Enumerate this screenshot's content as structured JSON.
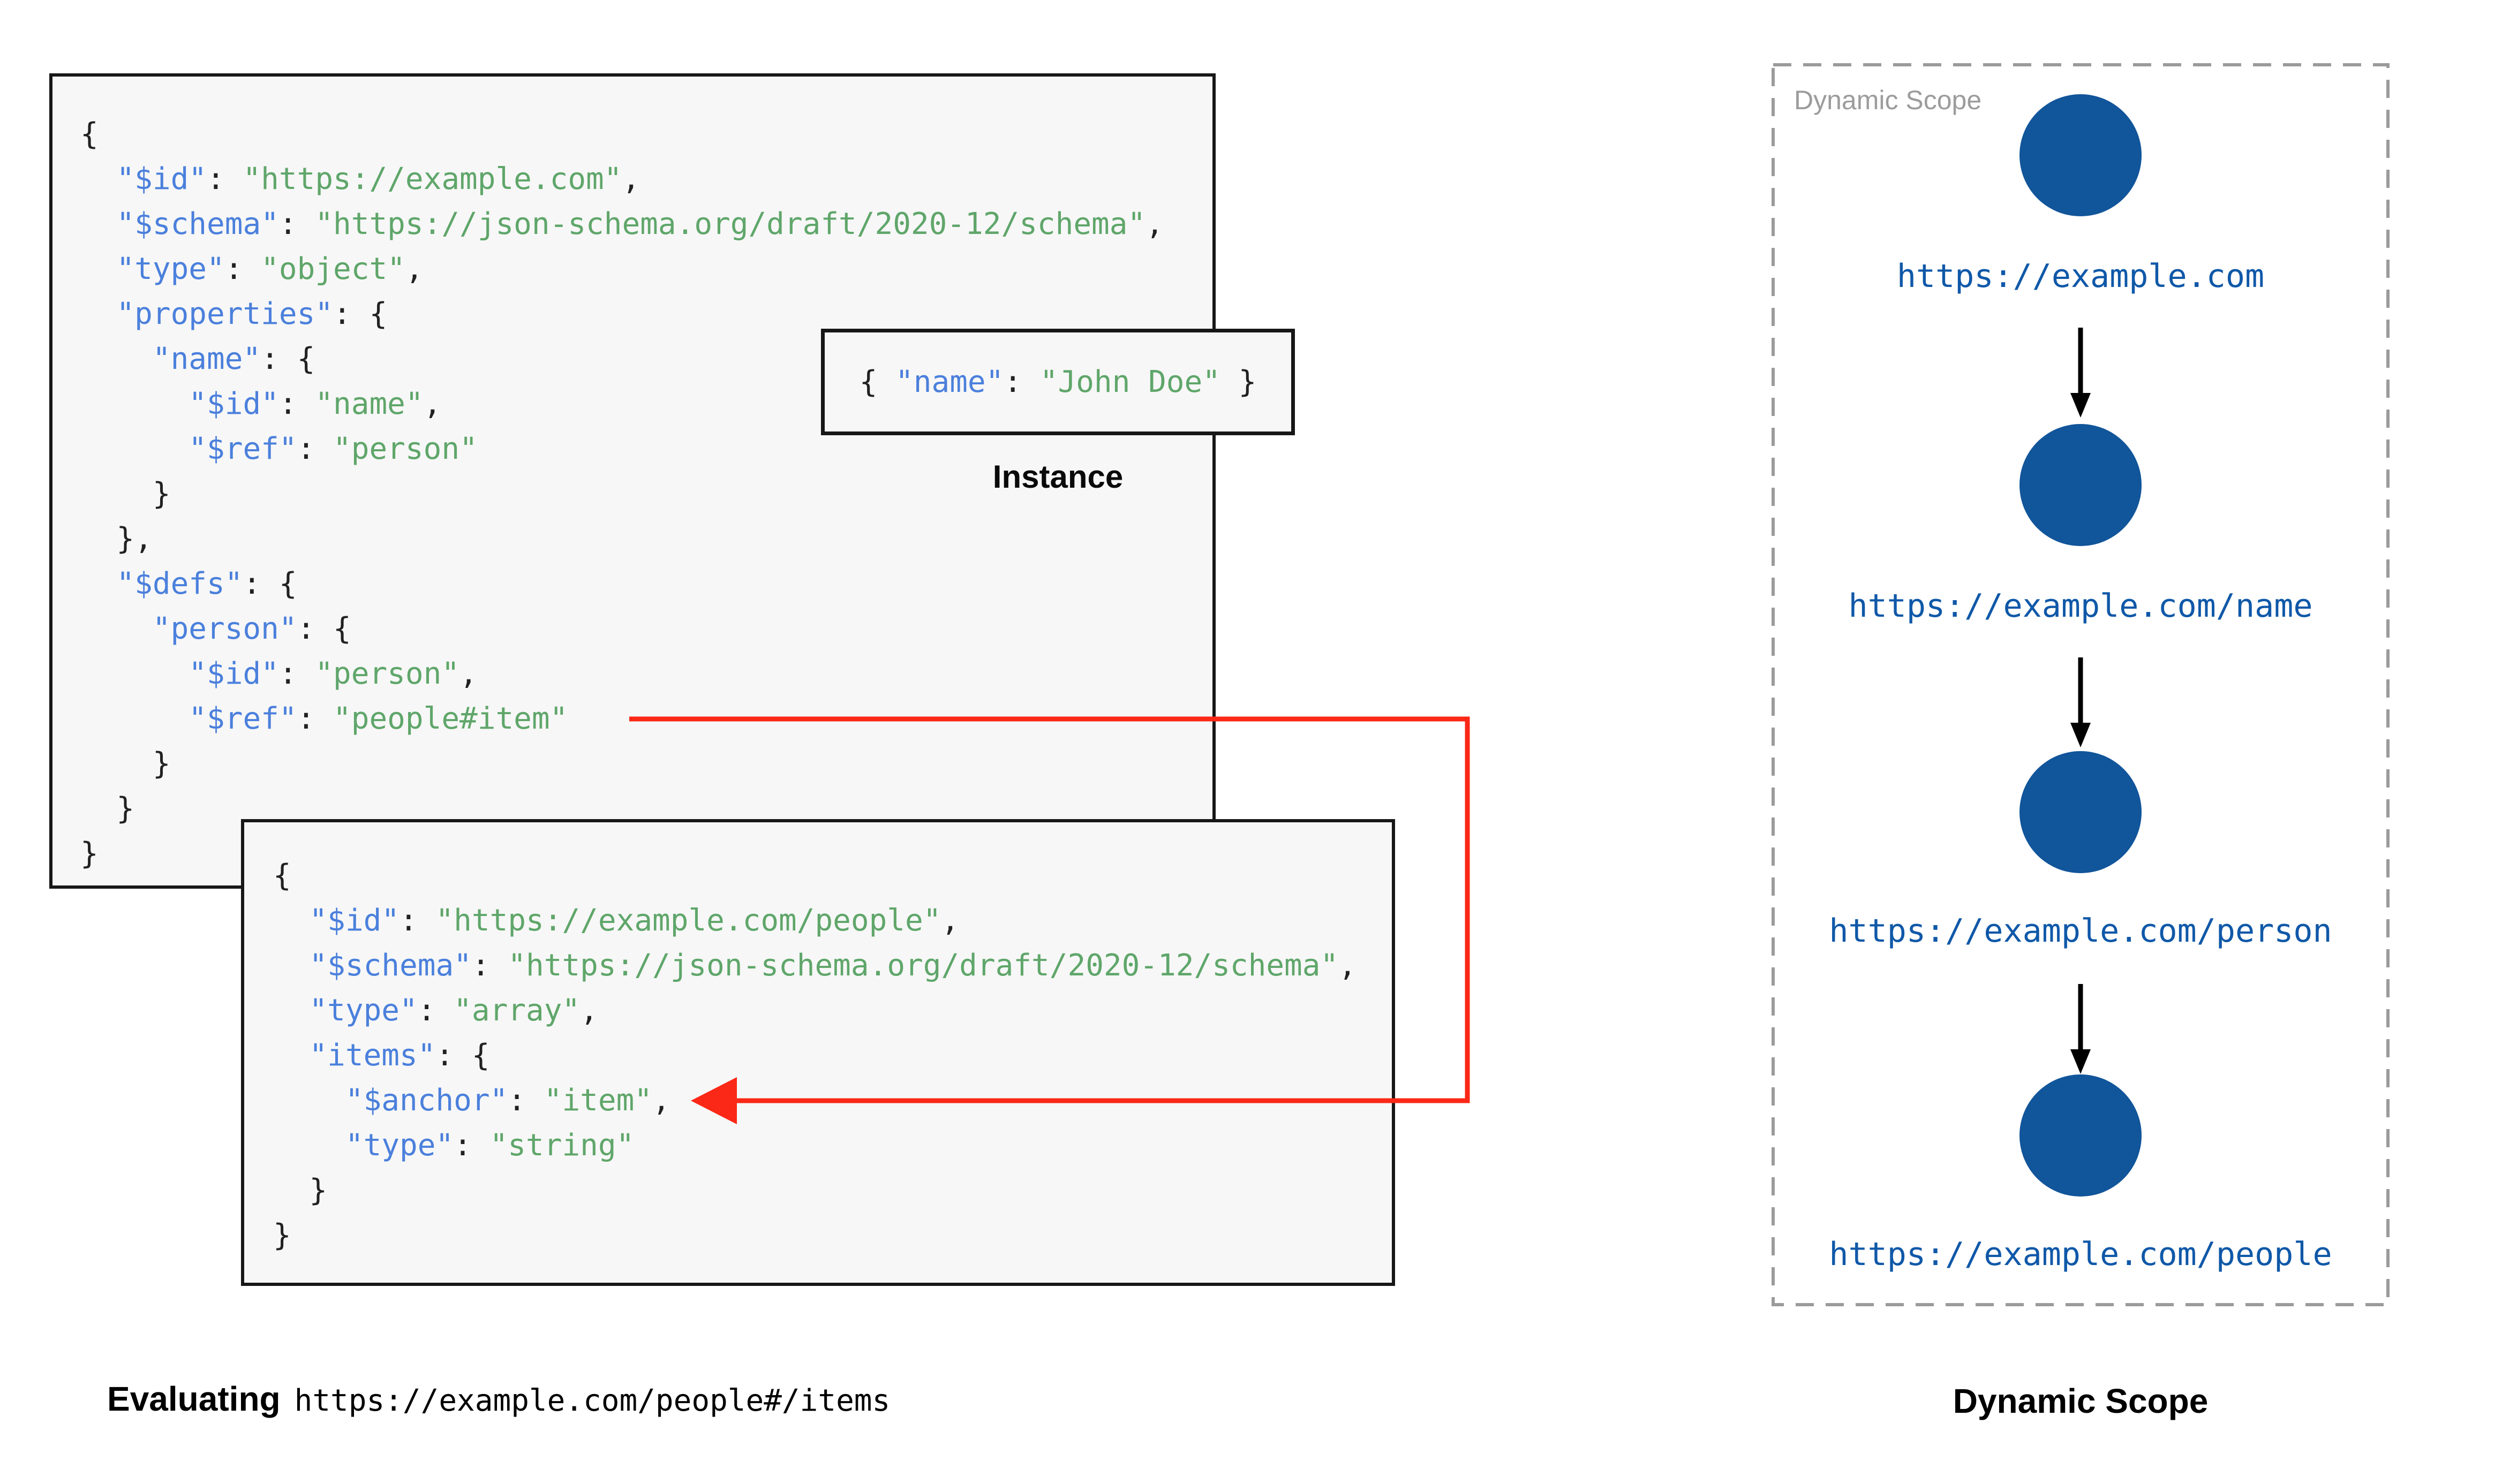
{
  "colors": {
    "key": "#4B80DC",
    "str": "#5FA66A",
    "punct": "#212121",
    "circle": "#11559A",
    "url": "#0F58A8",
    "red": "#FB2817",
    "watermark": "#9C9C9C",
    "boxbg": "#F7F7F7",
    "border": "#171717"
  },
  "schema_root": {
    "lines": [
      [
        [
          "p",
          "{"
        ]
      ],
      [
        [
          "p",
          "  "
        ],
        [
          "k",
          "\"$id\""
        ],
        [
          "p",
          ": "
        ],
        [
          "s",
          "\"https://example.com\""
        ],
        [
          "p",
          ","
        ]
      ],
      [
        [
          "p",
          "  "
        ],
        [
          "k",
          "\"$schema\""
        ],
        [
          "p",
          ": "
        ],
        [
          "s",
          "\"https://json-schema.org/draft/2020-12/schema\""
        ],
        [
          "p",
          ","
        ]
      ],
      [
        [
          "p",
          "  "
        ],
        [
          "k",
          "\"type\""
        ],
        [
          "p",
          ": "
        ],
        [
          "s",
          "\"object\""
        ],
        [
          "p",
          ","
        ]
      ],
      [
        [
          "p",
          "  "
        ],
        [
          "k",
          "\"properties\""
        ],
        [
          "p",
          ": {"
        ]
      ],
      [
        [
          "p",
          "    "
        ],
        [
          "k",
          "\"name\""
        ],
        [
          "p",
          ": {"
        ]
      ],
      [
        [
          "p",
          "      "
        ],
        [
          "k",
          "\"$id\""
        ],
        [
          "p",
          ": "
        ],
        [
          "s",
          "\"name\""
        ],
        [
          "p",
          ","
        ]
      ],
      [
        [
          "p",
          "      "
        ],
        [
          "k",
          "\"$ref\""
        ],
        [
          "p",
          ": "
        ],
        [
          "s",
          "\"person\""
        ]
      ],
      [
        [
          "p",
          "    }"
        ]
      ],
      [
        [
          "p",
          "  },"
        ]
      ],
      [
        [
          "p",
          "  "
        ],
        [
          "k",
          "\"$defs\""
        ],
        [
          "p",
          ": {"
        ]
      ],
      [
        [
          "p",
          "    "
        ],
        [
          "k",
          "\"person\""
        ],
        [
          "p",
          ": {"
        ]
      ],
      [
        [
          "p",
          "      "
        ],
        [
          "k",
          "\"$id\""
        ],
        [
          "p",
          ": "
        ],
        [
          "s",
          "\"person\""
        ],
        [
          "p",
          ","
        ]
      ],
      [
        [
          "p",
          "      "
        ],
        [
          "k",
          "\"$ref\""
        ],
        [
          "p",
          ": "
        ],
        [
          "s",
          "\"people#item\""
        ]
      ],
      [
        [
          "p",
          "    }"
        ]
      ],
      [
        [
          "p",
          "  }"
        ]
      ],
      [
        [
          "p",
          "}"
        ]
      ]
    ]
  },
  "schema_people": {
    "lines": [
      [
        [
          "p",
          "{"
        ]
      ],
      [
        [
          "p",
          "  "
        ],
        [
          "k",
          "\"$id\""
        ],
        [
          "p",
          ": "
        ],
        [
          "s",
          "\"https://example.com/people\""
        ],
        [
          "p",
          ","
        ]
      ],
      [
        [
          "p",
          "  "
        ],
        [
          "k",
          "\"$schema\""
        ],
        [
          "p",
          ": "
        ],
        [
          "s",
          "\"https://json-schema.org/draft/2020-12/schema\""
        ],
        [
          "p",
          ","
        ]
      ],
      [
        [
          "p",
          "  "
        ],
        [
          "k",
          "\"type\""
        ],
        [
          "p",
          ": "
        ],
        [
          "s",
          "\"array\""
        ],
        [
          "p",
          ","
        ]
      ],
      [
        [
          "p",
          "  "
        ],
        [
          "k",
          "\"items\""
        ],
        [
          "p",
          ": {"
        ]
      ],
      [
        [
          "p",
          "    "
        ],
        [
          "k",
          "\"$anchor\""
        ],
        [
          "p",
          ": "
        ],
        [
          "s",
          "\"item\""
        ],
        [
          "p",
          ","
        ]
      ],
      [
        [
          "p",
          "    "
        ],
        [
          "k",
          "\"type\""
        ],
        [
          "p",
          ": "
        ],
        [
          "s",
          "\"string\""
        ]
      ],
      [
        [
          "p",
          "  }"
        ]
      ],
      [
        [
          "p",
          "}"
        ]
      ]
    ]
  },
  "instance": {
    "tokens": [
      [
        [
          "p",
          "{ "
        ],
        [
          "k",
          "\"name\""
        ],
        [
          "p",
          ": "
        ],
        [
          "s",
          "\"John Doe\""
        ],
        [
          "p",
          " }"
        ]
      ]
    ],
    "caption": "Instance"
  },
  "scope_panel": {
    "watermark": "Dynamic Scope",
    "nodes": [
      {
        "url": "https://example.com"
      },
      {
        "url": "https://example.com/name"
      },
      {
        "url": "https://example.com/person"
      },
      {
        "url": "https://example.com/people"
      }
    ]
  },
  "captions": {
    "evaluating_bold": "Evaluating",
    "evaluating_url": "https://example.com/people#/items",
    "dynamic_scope": "Dynamic Scope"
  }
}
